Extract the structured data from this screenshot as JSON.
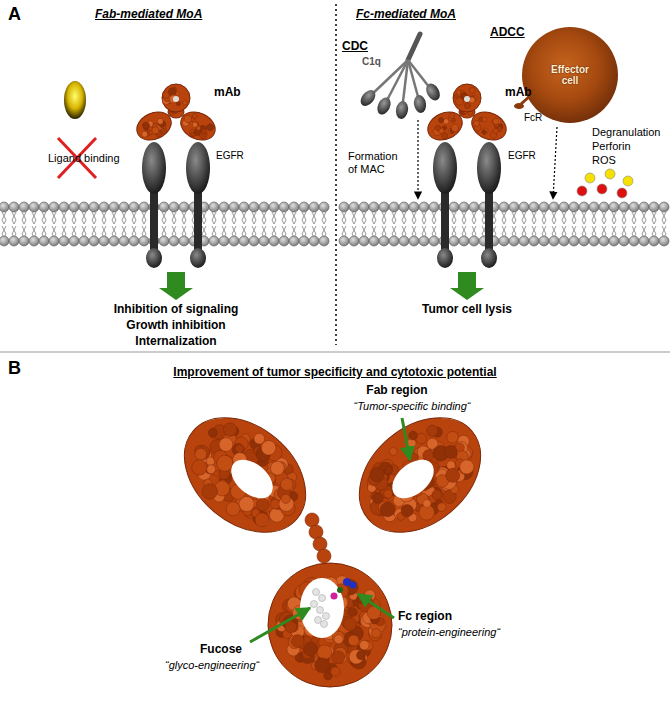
{
  "diagram": {
    "nodes": [
      {
        "text": [
          "Effector cell"
        ]
      }
    ],
    "labels": [
      "A",
      "Fab-mediated MoA",
      "Fc-mediated MoA",
      "CDC",
      "C1q",
      "ADCC",
      "Ligand binding",
      "mAb",
      "EGFR",
      "Formation of MAC",
      "mAb",
      "EGFR",
      "FcR",
      "Degranulation",
      "Perforin",
      "ROS",
      "Inhibition of signaling",
      "Growth inhibition",
      "Internalization",
      "Tumor cell lysis",
      "B",
      "Improvement of tumor specificity and cytotoxic potential",
      "Fab region",
      "“Tumor-specific binding“",
      "Fc region",
      "“protein-engineering“",
      "Fucose",
      "“glyco-engineering“"
    ]
  }
}
